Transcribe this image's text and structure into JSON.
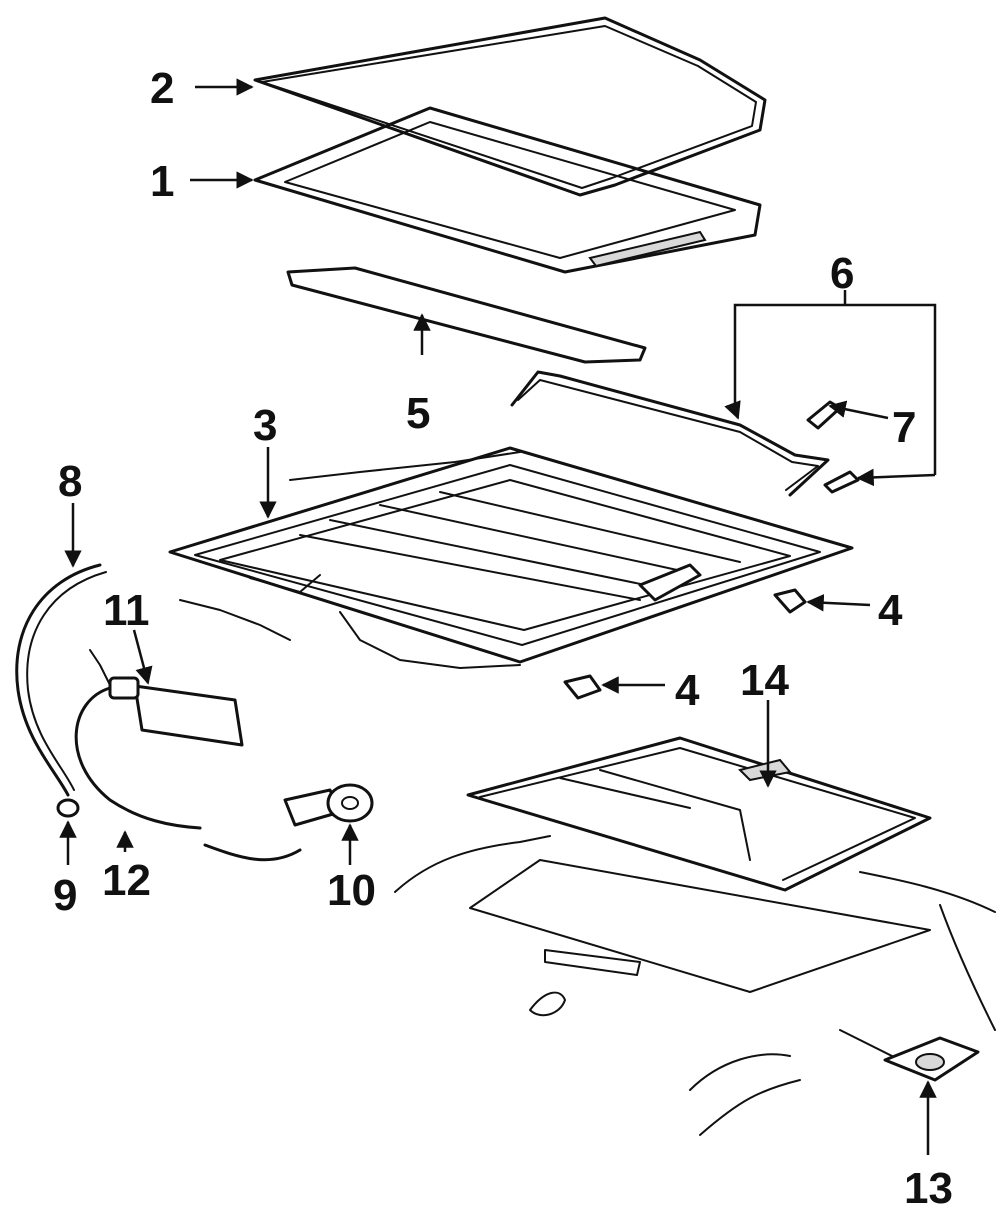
{
  "diagram": {
    "callouts": [
      {
        "id": "c2",
        "label": "2"
      },
      {
        "id": "c1",
        "label": "1"
      },
      {
        "id": "c6",
        "label": "6"
      },
      {
        "id": "c5",
        "label": "5"
      },
      {
        "id": "c7",
        "label": "7"
      },
      {
        "id": "c3",
        "label": "3"
      },
      {
        "id": "c8",
        "label": "8"
      },
      {
        "id": "c4a",
        "label": "4"
      },
      {
        "id": "c11",
        "label": "11"
      },
      {
        "id": "c14",
        "label": "14"
      },
      {
        "id": "c4b",
        "label": "4"
      },
      {
        "id": "c9",
        "label": "9"
      },
      {
        "id": "c12",
        "label": "12"
      },
      {
        "id": "c10",
        "label": "10"
      },
      {
        "id": "c13",
        "label": "13"
      }
    ]
  }
}
